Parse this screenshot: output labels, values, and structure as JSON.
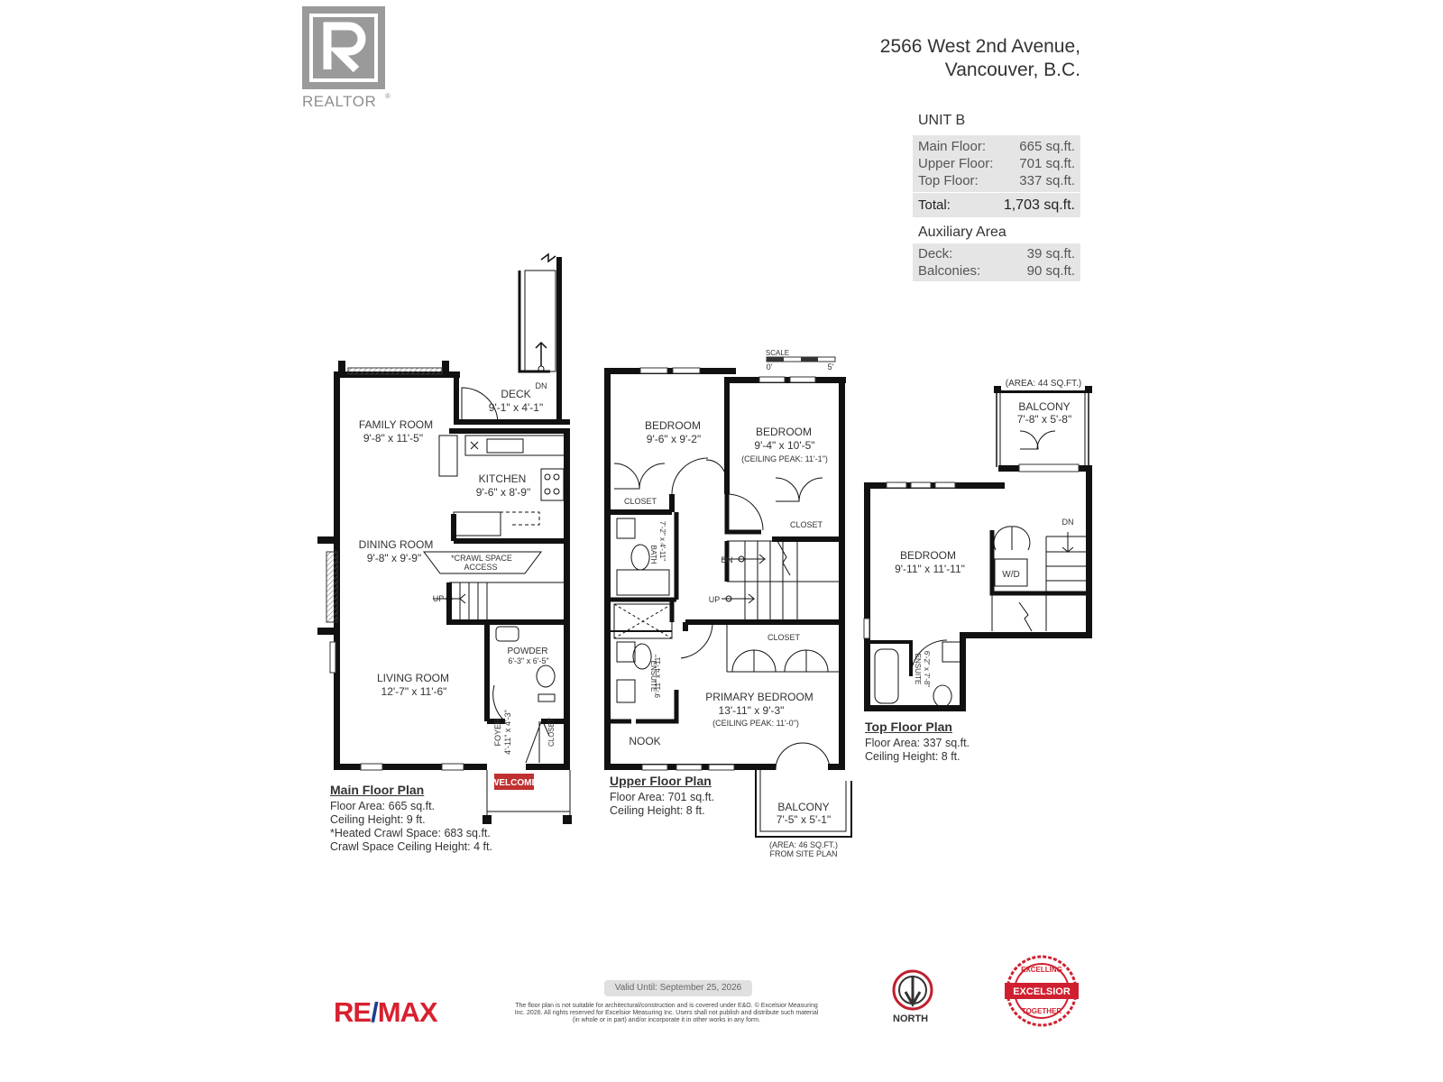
{
  "header": {
    "logo_text": "REALTOR",
    "logo_letter": "R",
    "address_line1": "2566 West 2nd Avenue,",
    "address_line2": "Vancouver, B.C."
  },
  "summary": {
    "unit_title": "UNIT B",
    "rows": [
      {
        "label": "Main Floor:",
        "value": "665 sq.ft."
      },
      {
        "label": "Upper Floor:",
        "value": "701 sq.ft."
      },
      {
        "label": "Top Floor:",
        "value": "337 sq.ft."
      }
    ],
    "total_label": "Total:",
    "total_value": "1,703 sq.ft.",
    "aux_title": "Auxiliary Area",
    "aux_rows": [
      {
        "label": "Deck:",
        "value": "39 sq.ft."
      },
      {
        "label": "Balconies:",
        "value": "90 sq.ft."
      }
    ]
  },
  "scale": {
    "label": "SCALE",
    "start": "0'",
    "end": "5'"
  },
  "main_floor": {
    "rooms": {
      "family_name": "FAMILY ROOM",
      "family_dim": "9'-8\" x 11'-5\"",
      "deck_name": "DECK",
      "deck_dim": "9'-1\" x 4'-1\"",
      "kitchen_name": "KITCHEN",
      "kitchen_dim": "9'-6\" x 8'-9\"",
      "dining_name": "DINING ROOM",
      "dining_dim": "9'-8\" x 9'-9\"",
      "crawl_line1": "*CRAWL SPACE",
      "crawl_line2": "ACCESS",
      "living_name": "LIVING ROOM",
      "living_dim": "12'-7\" x 11'-6\"",
      "powder_name": "POWDER",
      "powder_dim": "6'-3\" x 6'-5\"",
      "foyer_name": "FOYER",
      "foyer_dim": "4'-11\" x 4'-3\"",
      "closet": "CLOSET",
      "up": "UP",
      "dn": "DN",
      "welcome": "WELCOME"
    },
    "caption": {
      "title": "Main Floor Plan",
      "line1": "Floor Area: 665 sq.ft.",
      "line2": "Ceiling Height: 9 ft.",
      "line3": "*Heated Crawl Space: 683 sq.ft.",
      "line4": "Crawl Space Ceiling Height: 4 ft."
    }
  },
  "upper_floor": {
    "rooms": {
      "bed1_name": "BEDROOM",
      "bed1_dim": "9'-6\" x 9'-2\"",
      "bed2_name": "BEDROOM",
      "bed2_dim": "9'-4\" x 10'-5\"",
      "bed2_note": "(CEILING PEAK: 11'-1\")",
      "closet": "CLOSET",
      "bath_name": "BATH",
      "bath_dim": "7'-2\" x 4'-11\"",
      "ensuite_name": "ENSUITE",
      "ensuite_dim": "9'-11\" x 4'-11\"",
      "primary_name": "PRIMARY BEDROOM",
      "primary_dim": "13'-11\" x 9'-3\"",
      "primary_note": "(CEILING PEAK: 11'-0\")",
      "nook": "NOOK",
      "balcony_name": "BALCONY",
      "balcony_dim": "7'-5\" x 5'-1\"",
      "balcony_area": "(AREA: 46 SQ.FT.)",
      "balcony_src": "FROM SITE PLAN",
      "up": "UP",
      "dn": "DN"
    },
    "caption": {
      "title": "Upper Floor Plan",
      "line1": "Floor Area: 701 sq.ft.",
      "line2": "Ceiling Height: 8 ft."
    }
  },
  "top_floor": {
    "rooms": {
      "balcony_area": "(AREA: 44 SQ.FT.)",
      "balcony_name": "BALCONY",
      "balcony_dim": "7'-8\" x 5'-8\"",
      "bed_name": "BEDROOM",
      "bed_dim": "9'-11\" x 11'-11\"",
      "wd": "W/D",
      "dn": "DN",
      "ensuite_name": "ENSUITE",
      "ensuite_dim": "6'-2\" x 7'-8\""
    },
    "caption": {
      "title": "Top Floor Plan",
      "line1": "Floor Area: 337 sq.ft.",
      "line2": "Ceiling Height: 8 ft."
    }
  },
  "footer": {
    "valid": "Valid Until: September 25, 2026",
    "legal": "The floor plan is not suitable for architectural/construction and is covered under E&O. © Excelsior Measuring Inc. 2026. All rights reserved for Excelsior Measuring Inc. Users shall not publish and distribute such material (in whole or in part) and/or incorporate it in other works in any form.",
    "remax_a": "RE",
    "remax_b": "/",
    "remax_c": "MAX",
    "north": "NORTH",
    "seal_top": "EXCELLING",
    "seal_mid": "EXCELSIOR",
    "seal_bottom": "TOGETHER",
    "colors": {
      "remax_red": "#d8202f",
      "remax_blue": "#1b3f8f",
      "seal_red": "#d02030"
    }
  }
}
